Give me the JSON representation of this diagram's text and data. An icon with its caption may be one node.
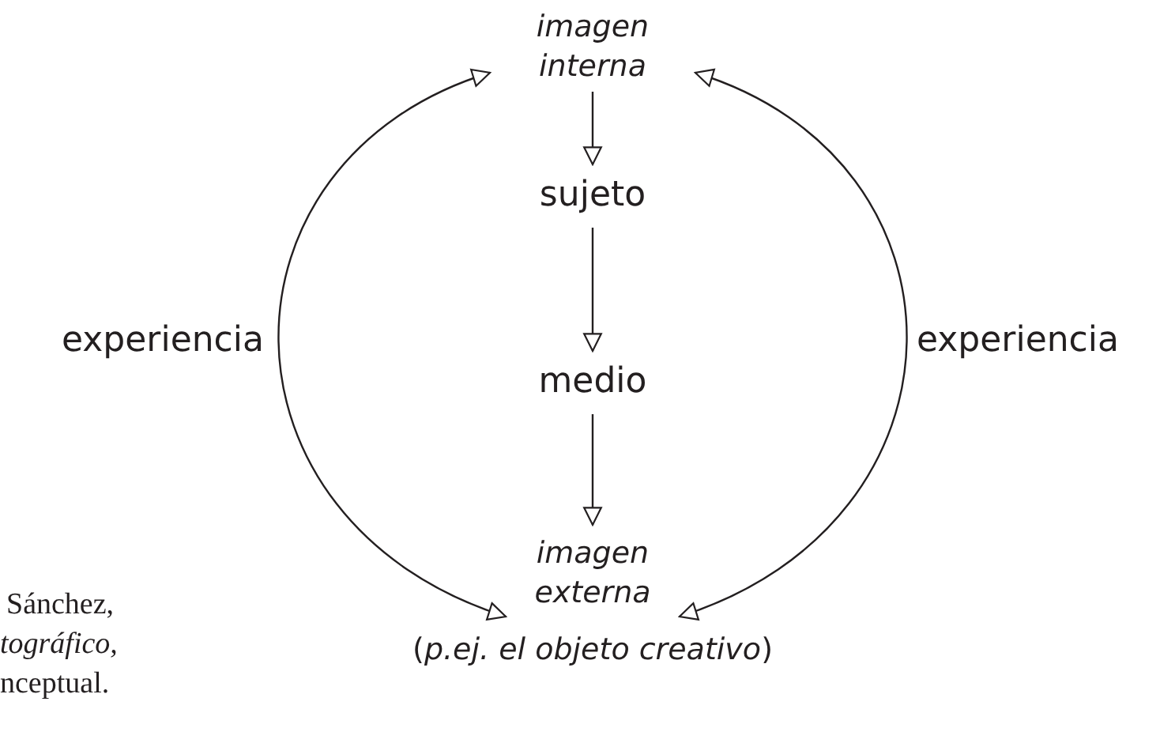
{
  "diagram": {
    "nodes": [
      {
        "text": [
          "imagen interna"
        ]
      },
      {
        "text": [
          "sujeto"
        ]
      },
      {
        "text": [
          "medio"
        ]
      },
      {
        "text": [
          "imagen externa"
        ],
        "beside": [
          "(*p.ej. el objeto creativo*)"
        ]
      }
    ],
    "edges": [
      {
        "from": 0,
        "to": 1,
        "arrow": "to"
      },
      {
        "from": 1,
        "to": 2,
        "arrow": "to"
      },
      {
        "from": 2,
        "to": 3,
        "arrow": "to"
      },
      {
        "from": 3,
        "to": 0,
        "arrow": "both",
        "label": "experiencia"
      },
      {
        "from": 3,
        "to": 0,
        "arrow": "both",
        "label": "experiencia"
      }
    ],
    "labels": [
      "Sánchez,",
      "tográfico,",
      "nceptual."
    ]
  }
}
